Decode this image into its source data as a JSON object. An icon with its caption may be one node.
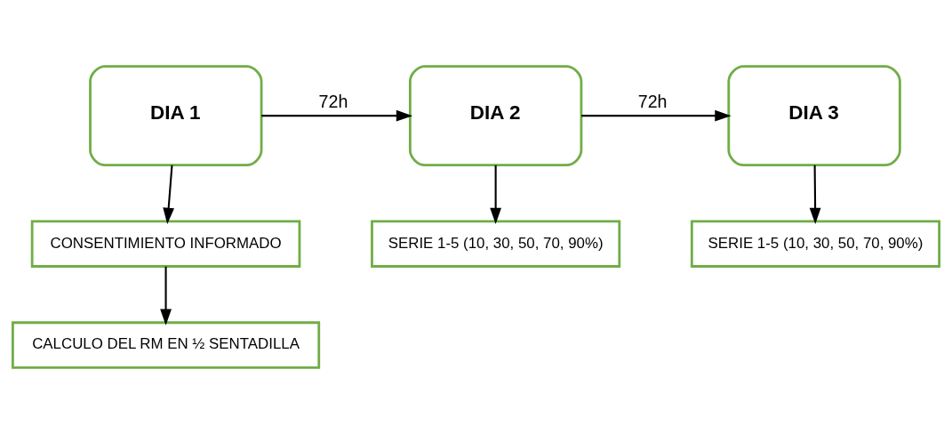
{
  "diagram": {
    "nodes": [
      {
        "text": [
          "DIA 1"
        ]
      },
      {
        "text": [
          "DIA 2"
        ]
      },
      {
        "text": [
          "DIA 3"
        ]
      },
      {
        "text": [
          "CONSENTIMIENTO INFORMADO"
        ]
      },
      {
        "text": [
          "SERIE 1-5 (10, 30, 50, 70, 90%)"
        ]
      },
      {
        "text": [
          "SERIE 1-5 (10, 30, 50, 70, 90%)"
        ]
      },
      {
        "text": [
          "CALCULO DEL RM EN ½ SENTADILLA"
        ]
      }
    ],
    "edges": [
      {
        "from": 0,
        "to": 1,
        "arrow": "to",
        "label": "72h"
      },
      {
        "from": 1,
        "to": 2,
        "arrow": "to",
        "label": "72h"
      },
      {
        "from": 0,
        "to": 3,
        "arrow": "to"
      },
      {
        "from": 1,
        "to": 4,
        "arrow": "to"
      },
      {
        "from": 2,
        "to": 5,
        "arrow": "to"
      },
      {
        "from": 3,
        "to": 6,
        "arrow": "to"
      }
    ]
  }
}
